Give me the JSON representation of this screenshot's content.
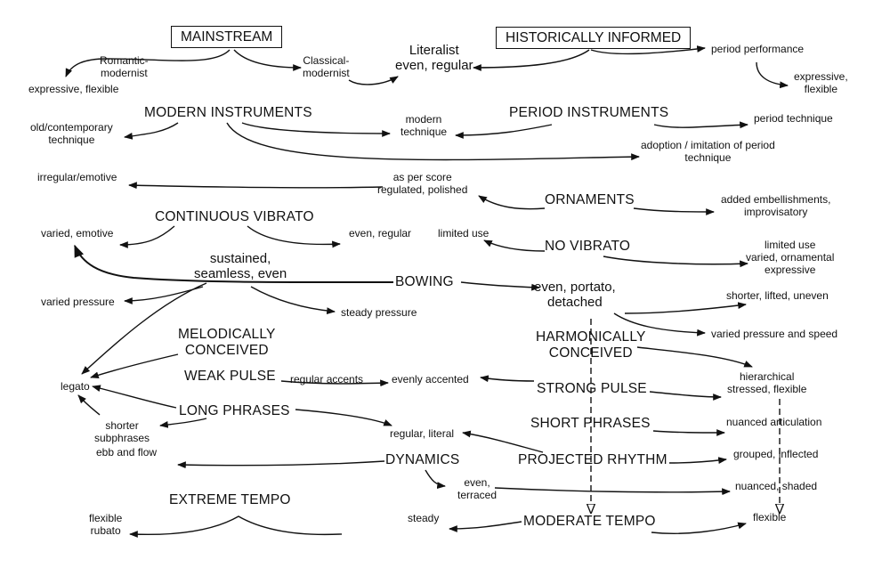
{
  "mainstream": "MAINSTREAM",
  "historically_informed": "HISTORICALLY INFORMED",
  "romantic_modernist": [
    "Romantic-",
    "modernist"
  ],
  "expressive_flexible": "expressive, flexible",
  "classical_modernist": [
    "Classical-",
    "modernist"
  ],
  "literalist": [
    "Literalist",
    "even, regular"
  ],
  "period_performance": "period performance",
  "expressive_flexible_2": [
    "expressive,",
    "flexible"
  ],
  "modern_instruments": "MODERN INSTRUMENTS",
  "old_contemporary": [
    "old/contemporary",
    "technique"
  ],
  "modern_technique": [
    "modern",
    "technique"
  ],
  "period_instruments": "PERIOD INSTRUMENTS",
  "period_technique": "period technique",
  "adoption": [
    "adoption / imitation of period",
    "technique"
  ],
  "irregular_emotive": "irregular/emotive",
  "as_per_score": [
    "as per score",
    "regulated, polished"
  ],
  "ornaments": "ORNAMENTS",
  "added_embellishments": [
    "added embellishments,",
    "improvisatory"
  ],
  "continuous_vibrato": "CONTINUOUS VIBRATO",
  "varied_emotive": "varied, emotive",
  "even_regular": "even, regular",
  "limited_use": "limited use",
  "no_vibrato": "NO VIBRATO",
  "limited_use_varied": [
    "limited use",
    "varied, ornamental",
    "expressive"
  ],
  "sustained": [
    "sustained,",
    "seamless, even"
  ],
  "bowing": "BOWING",
  "even_portato": [
    "even, portato,",
    "detached"
  ],
  "shorter_lifted": "shorter, lifted, uneven",
  "varied_pressure": "varied pressure",
  "steady_pressure": "steady pressure",
  "varied_pressure_speed": "varied pressure and speed",
  "melodically": [
    "MELODICALLY",
    "CONCEIVED"
  ],
  "harmonically": [
    "HARMONICALLY",
    "CONCEIVED"
  ],
  "legato": "legato",
  "weak_pulse": "WEAK PULSE",
  "regular_accents": "regular accents",
  "evenly_accented": "evenly accented",
  "strong_pulse": "STRONG PULSE",
  "hierarchical": [
    "hierarchical",
    "stressed, flexible"
  ],
  "long_phrases": "LONG PHRASES",
  "shorter_subphrases": [
    "shorter",
    "subphrases"
  ],
  "short_phrases": "SHORT PHRASES",
  "nuanced_articulation": "nuanced articulation",
  "regular_literal": "regular, literal",
  "ebb_and_flow": "ebb and flow",
  "dynamics": "DYNAMICS",
  "projected_rhythm": "PROJECTED RHYTHM",
  "grouped_inflected": "grouped, inflected",
  "even_terraced": [
    "even,",
    "terraced"
  ],
  "nuanced_shaded": "nuanced, shaded",
  "extreme_tempo": "EXTREME TEMPO",
  "flexible_rubato": [
    "flexible",
    "rubato"
  ],
  "steady": "steady",
  "moderate_tempo": "MODERATE TEMPO",
  "flexible": "flexible"
}
